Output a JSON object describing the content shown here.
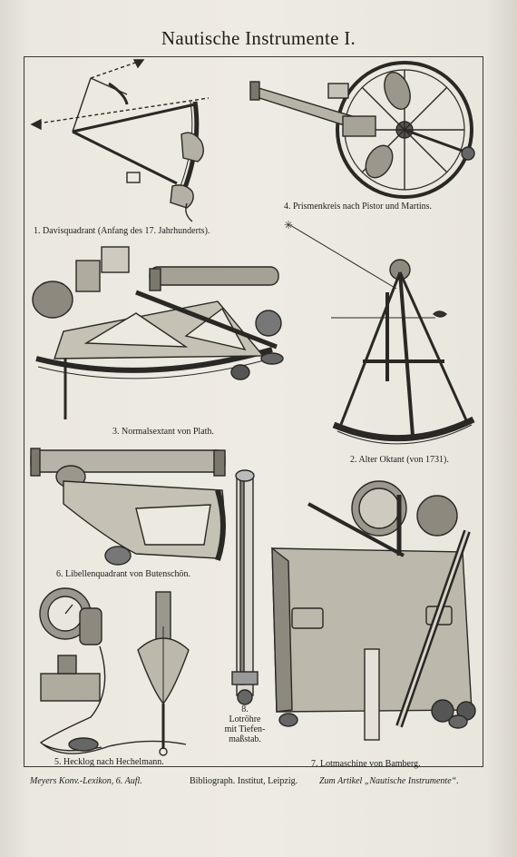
{
  "title": "Nautische Instrumente I.",
  "captions": {
    "fig1": "1. Davisquadrant (Anfang des 17. Jahrhunderts).",
    "fig2": "2. Alter Oktant (von 1731).",
    "fig3": "3. Normalsextant von Plath.",
    "fig4": "4. Prismenkreis nach Pistor und Martins.",
    "fig5": "5. Hecklog nach Hechelmann.",
    "fig6": "6. Libellenquadrant von Butenschön.",
    "fig7": "7. Lotmaschine von Bamberg.",
    "fig8_num": "8.",
    "fig8_l1": "Lotröhre",
    "fig8_l2": "mit Tiefen-",
    "fig8_l3": "maßstab."
  },
  "footer": {
    "left": "Meyers Konv.-Lexikon, 6. Aufl.",
    "center": "Bibliograph. Institut, Leipzig.",
    "right": "Zum Artikel „Nautische Instrumente“."
  }
}
